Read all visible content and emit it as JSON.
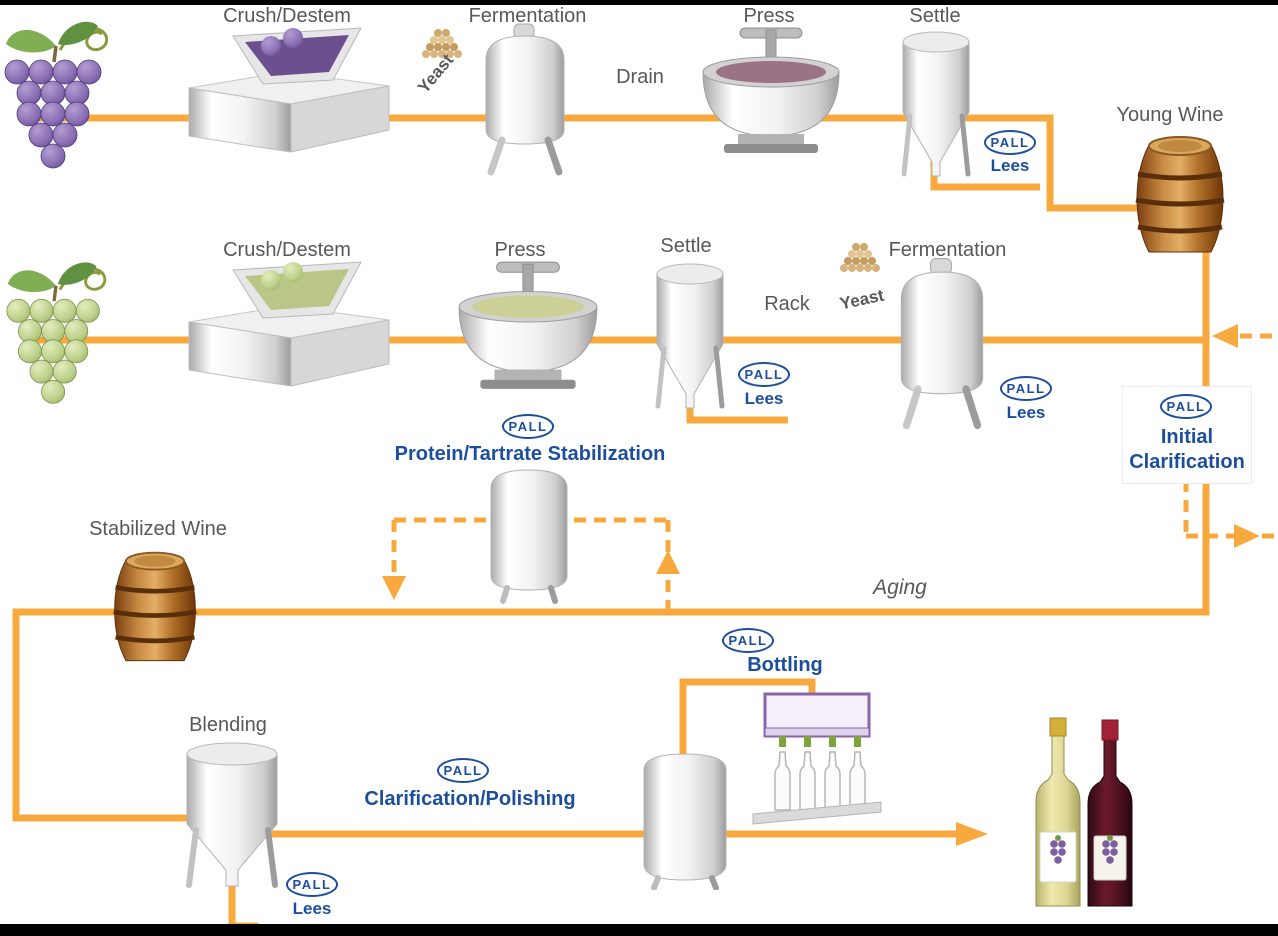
{
  "colors": {
    "flow_line": "#F8A93E",
    "label_gray": "#57585A",
    "pall_blue": "#1C4E9D",
    "frame_black": "#000000"
  },
  "brand": {
    "pall": "PALL"
  },
  "red_line": {
    "crush_destem": "Crush/Destem",
    "fermentation": "Fermentation",
    "yeast": "Yeast",
    "drain": "Drain",
    "press": "Press",
    "settle": "Settle",
    "lees": "Lees",
    "young_wine": "Young Wine"
  },
  "white_line": {
    "crush_destem": "Crush/Destem",
    "press": "Press",
    "protein_tartrate_stabilization": "Protein/Tartrate Stabilization",
    "settle": "Settle",
    "settle_lees": "Lees",
    "rack": "Rack",
    "yeast": "Yeast",
    "fermentation": "Fermentation",
    "fermentation_lees": "Lees"
  },
  "clarification": {
    "initial": "Initial Clarification"
  },
  "aging_section": {
    "stabilized_wine": "Stabilized Wine",
    "aging": "Aging"
  },
  "finishing": {
    "blending": "Blending",
    "blending_lees": "Lees",
    "clarification_polishing": "Clarification/Polishing",
    "bottling": "Bottling"
  },
  "icons": {
    "grapes_red": "purple-grape-cluster",
    "grapes_white": "green-grape-cluster",
    "crusher": "crusher-destemmer",
    "tank": "fermentation-tank",
    "press": "basket-press",
    "settler": "cone-bottom-settling-tank",
    "barrel": "oak-barrel",
    "bottling_machine": "bottle-filler",
    "bottles": "wine-bottles"
  }
}
